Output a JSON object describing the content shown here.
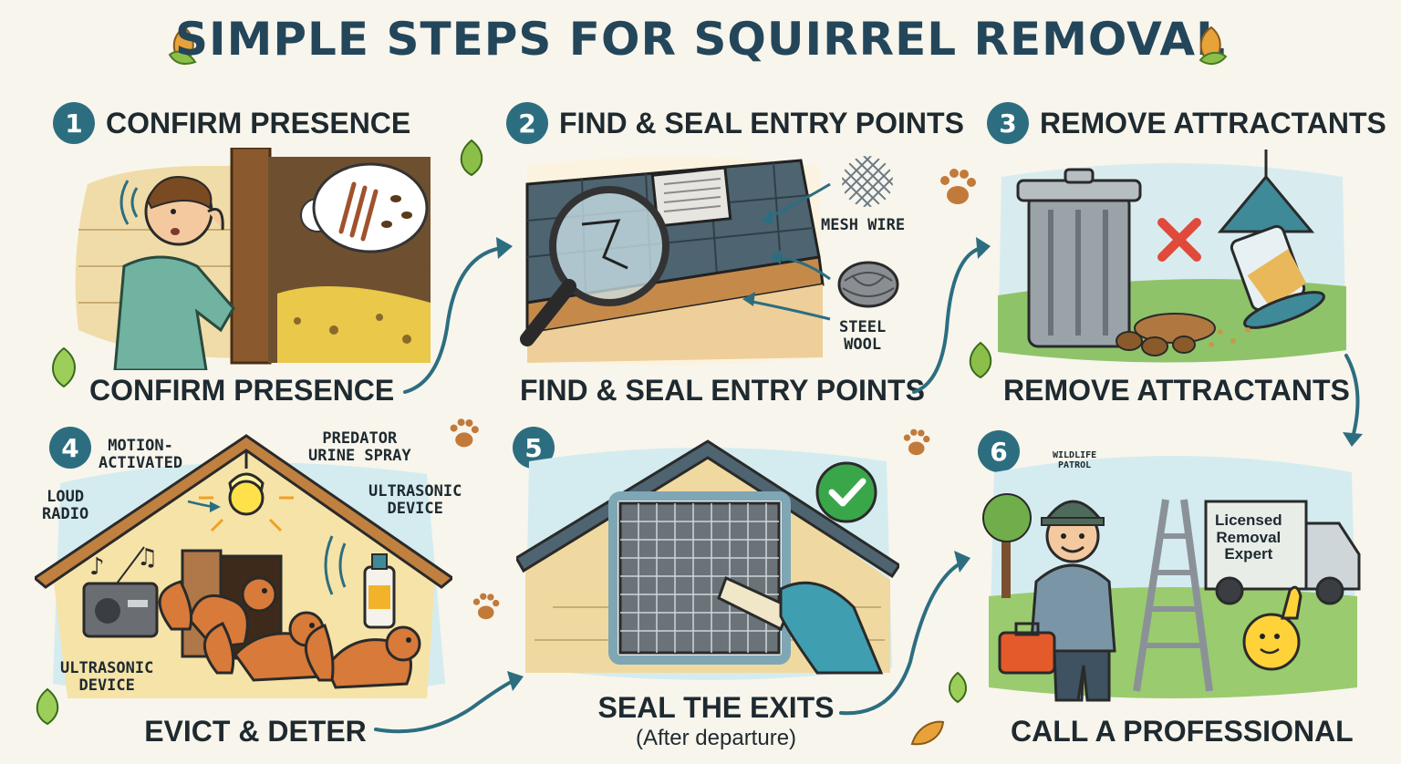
{
  "title": "SIMPLE STEPS FOR SQUIRREL REMOVAL",
  "colors": {
    "accent": "#2c6e80",
    "heading": "#24465a",
    "background": "#f8f5ec",
    "check": "#3aa64a"
  },
  "steps": [
    {
      "number": "1",
      "heading": "CONFIRM PRESENCE",
      "caption": "CONFIRM PRESENCE",
      "icon": "listening-person-icon"
    },
    {
      "number": "2",
      "heading": "FIND & SEAL ENTRY POINTS",
      "caption": "FIND & SEAL ENTRY POINTS",
      "icon": "magnifier-roof-icon",
      "labels": {
        "mesh": "MESH WIRE",
        "steel": "STEEL\nWOOL"
      }
    },
    {
      "number": "3",
      "heading": "REMOVE ATTRACTANTS",
      "caption": "REMOVE ATTRACTANTS",
      "icon": "trash-can-icon"
    },
    {
      "number": "4",
      "caption": "EVICT & DETER",
      "icon": "attic-squirrels-icon",
      "labels": {
        "motion": "MOTION-\nACTIVATED",
        "predator": "PREDATOR\nURINE SPRAY",
        "loud": "LOUD\nRADIO",
        "ultra_right": "ULTRASONIC\nDEVICE",
        "ultra_bottom": "ULTRASONIC\nDEVICE"
      }
    },
    {
      "number": "5",
      "caption": "SEAL THE EXITS",
      "subcaption": "(After departure)",
      "icon": "caulk-vent-icon"
    },
    {
      "number": "6",
      "caption": "CALL A PROFESSIONAL",
      "icon": "wildlife-pro-icon",
      "labels": {
        "hat": "WILDLIFE\nPATROL",
        "truck": "Licensed\nRemoval\nExpert"
      }
    }
  ]
}
